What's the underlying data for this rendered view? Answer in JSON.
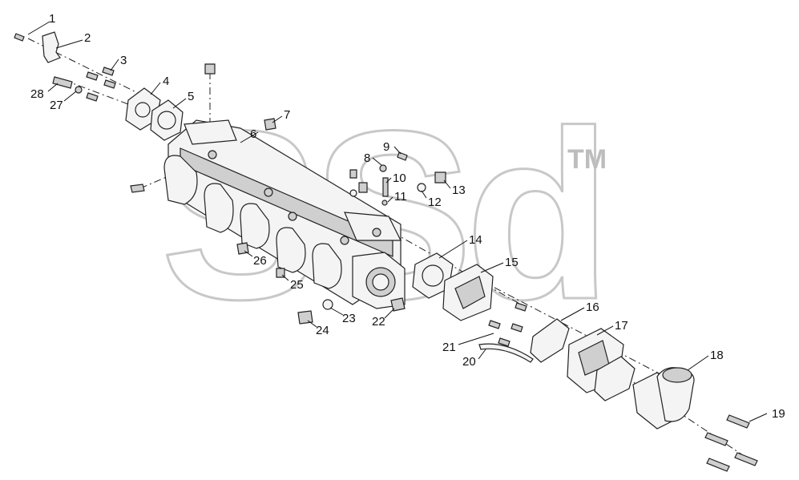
{
  "watermark": {
    "text": "SSd",
    "mark": "TM"
  },
  "callouts": [
    "1",
    "2",
    "3",
    "4",
    "5",
    "6",
    "7",
    "8",
    "9",
    "10",
    "11",
    "12",
    "13",
    "14",
    "15",
    "16",
    "17",
    "18",
    "19",
    "20",
    "21",
    "22",
    "23",
    "24",
    "25",
    "26",
    "27",
    "28"
  ]
}
